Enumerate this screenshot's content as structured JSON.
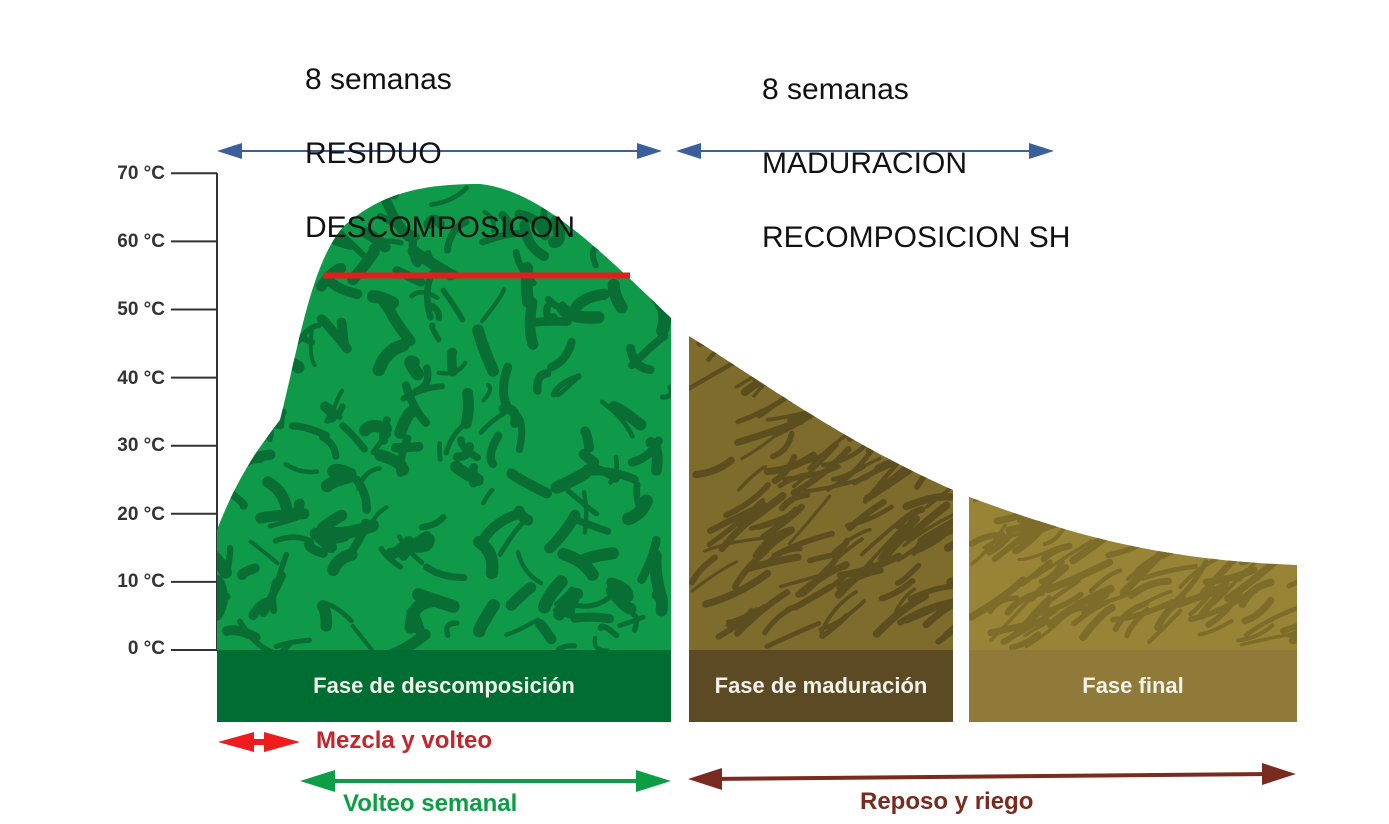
{
  "top": {
    "left": {
      "line1": "8 semanas",
      "line2": "RESIDUO",
      "line3": "DESCOMPOSICON"
    },
    "right": {
      "line1": "8 semanas",
      "line2": "MADURACION",
      "line3": "RECOMPOSICION SH"
    }
  },
  "y_axis": {
    "ticks": [
      "70 °C",
      "60 °C",
      "50 °C",
      "40 °C",
      "30 °C",
      "20 °C",
      "10 °C",
      "0 °C"
    ],
    "values": [
      70,
      60,
      50,
      40,
      30,
      20,
      10,
      0
    ]
  },
  "phases": [
    {
      "label": "Fase de descomposición",
      "color": "#006e33",
      "fill": "#0e9a49",
      "pattern": "#086e34"
    },
    {
      "label": "Fase de maduración",
      "color": "#5b4a24",
      "fill": "#7e6c2c",
      "pattern": "#5d4e20"
    },
    {
      "label": "Fase final",
      "color": "#8f7a3a",
      "fill": "#988436",
      "pattern": "#7d6c2a"
    }
  ],
  "threshold": {
    "value": 55,
    "color": "#e51d1d"
  },
  "annotations": {
    "mezcla": {
      "label": "Mezcla y volteo",
      "color": "#c0272d",
      "arrow_color": "#ee1c1c"
    },
    "volteo": {
      "label": "Volteo semanal",
      "color": "#0d9e45"
    },
    "reposo": {
      "label": "Reposo y riego",
      "color": "#7a2b20"
    }
  },
  "colors": {
    "arrow_blue": "#3a5f9c",
    "axis": "#333333"
  }
}
